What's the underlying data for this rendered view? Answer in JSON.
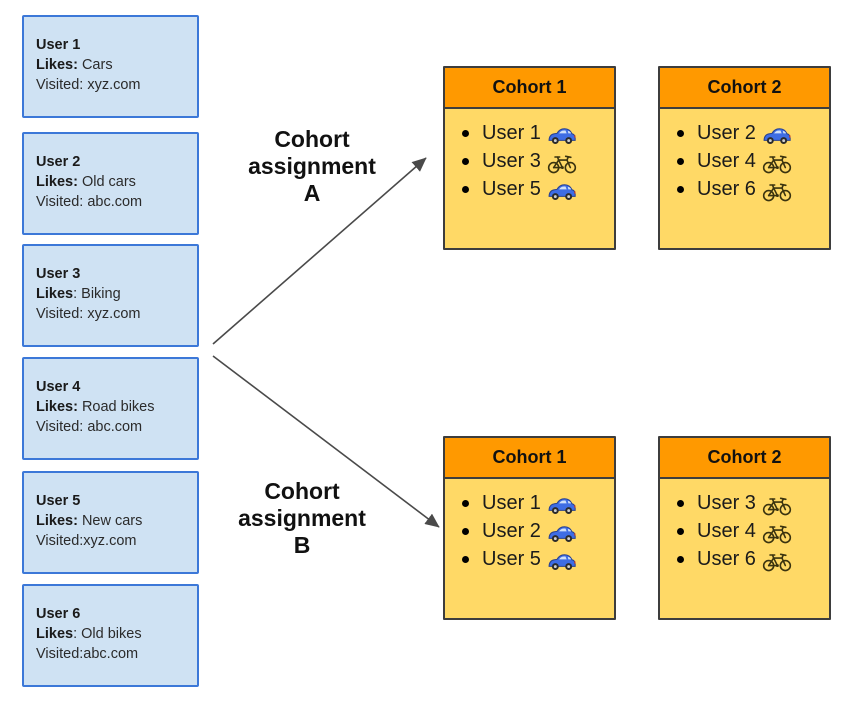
{
  "colors": {
    "user_card_fill": "#cfe2f3",
    "user_card_border": "#3c78d8",
    "cohort_header_fill": "#ff9900",
    "cohort_body_fill": "#ffd966",
    "cohort_border": "#3d3d3d",
    "arrow": "#4a4a4a",
    "car_icon_blue": "#3e6de4",
    "bike_icon_dark": "#3a330f"
  },
  "users": [
    {
      "title": "User 1",
      "likes_label": "Likes:",
      "likes_value": " Cars",
      "visited": "Visited: xyz.com"
    },
    {
      "title": "User 2",
      "likes_label": "Likes:",
      "likes_value": " Old cars",
      "visited": "Visited: abc.com"
    },
    {
      "title": "User 3",
      "likes_label": "Likes",
      "likes_value": ": Biking",
      "visited": "Visited: xyz.com"
    },
    {
      "title": "User 4",
      "likes_label": "Likes:",
      "likes_value": " Road bikes",
      "visited": "Visited: abc.com"
    },
    {
      "title": "User 5",
      "likes_label": "Likes:",
      "likes_value": " New cars",
      "visited": "Visited:xyz.com"
    },
    {
      "title": "User 6",
      "likes_label": "Likes",
      "likes_value": ": Old bikes",
      "visited": "Visited:abc.com"
    }
  ],
  "assignments": [
    {
      "label_line1": "Cohort",
      "label_line2": "assignment",
      "label_line3": "A",
      "cohorts": [
        {
          "title": "Cohort 1",
          "members": [
            {
              "name": "User 1",
              "icon": "car-icon"
            },
            {
              "name": "User 3",
              "icon": "bike-icon"
            },
            {
              "name": "User 5",
              "icon": "car-icon"
            }
          ]
        },
        {
          "title": "Cohort 2",
          "members": [
            {
              "name": "User 2",
              "icon": "car-icon"
            },
            {
              "name": "User 4",
              "icon": "bike-icon"
            },
            {
              "name": "User 6",
              "icon": "bike-icon"
            }
          ]
        }
      ]
    },
    {
      "label_line1": "Cohort",
      "label_line2": "assignment",
      "label_line3": "B",
      "cohorts": [
        {
          "title": "Cohort 1",
          "members": [
            {
              "name": "User 1",
              "icon": "car-icon"
            },
            {
              "name": "User 2",
              "icon": "car-icon"
            },
            {
              "name": "User 5",
              "icon": "car-icon"
            }
          ]
        },
        {
          "title": "Cohort 2",
          "members": [
            {
              "name": "User 3",
              "icon": "bike-icon"
            },
            {
              "name": "User 4",
              "icon": "bike-icon"
            },
            {
              "name": "User 6",
              "icon": "bike-icon"
            }
          ]
        }
      ]
    }
  ]
}
